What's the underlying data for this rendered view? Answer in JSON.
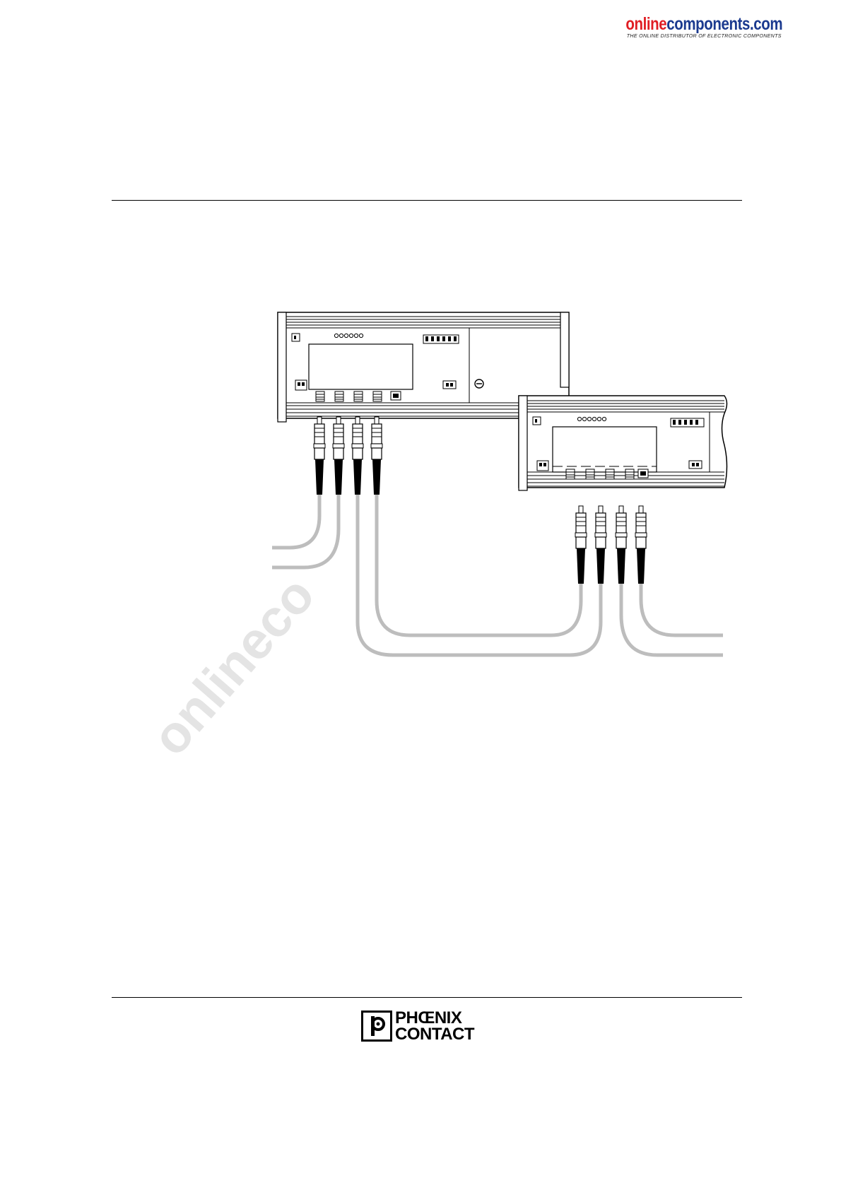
{
  "header": {
    "brand_part1": "online",
    "brand_part2": "components.com",
    "tagline": "THE ONLINE DISTRIBUTOR OF ELECTRONIC COMPONENTS",
    "color_red": "#e01e24",
    "color_blue": "#1b3a8f"
  },
  "watermark": {
    "text": "onlineco"
  },
  "footer": {
    "logo_line1": "PHŒNIX",
    "logo_line2": "CONTACT"
  }
}
